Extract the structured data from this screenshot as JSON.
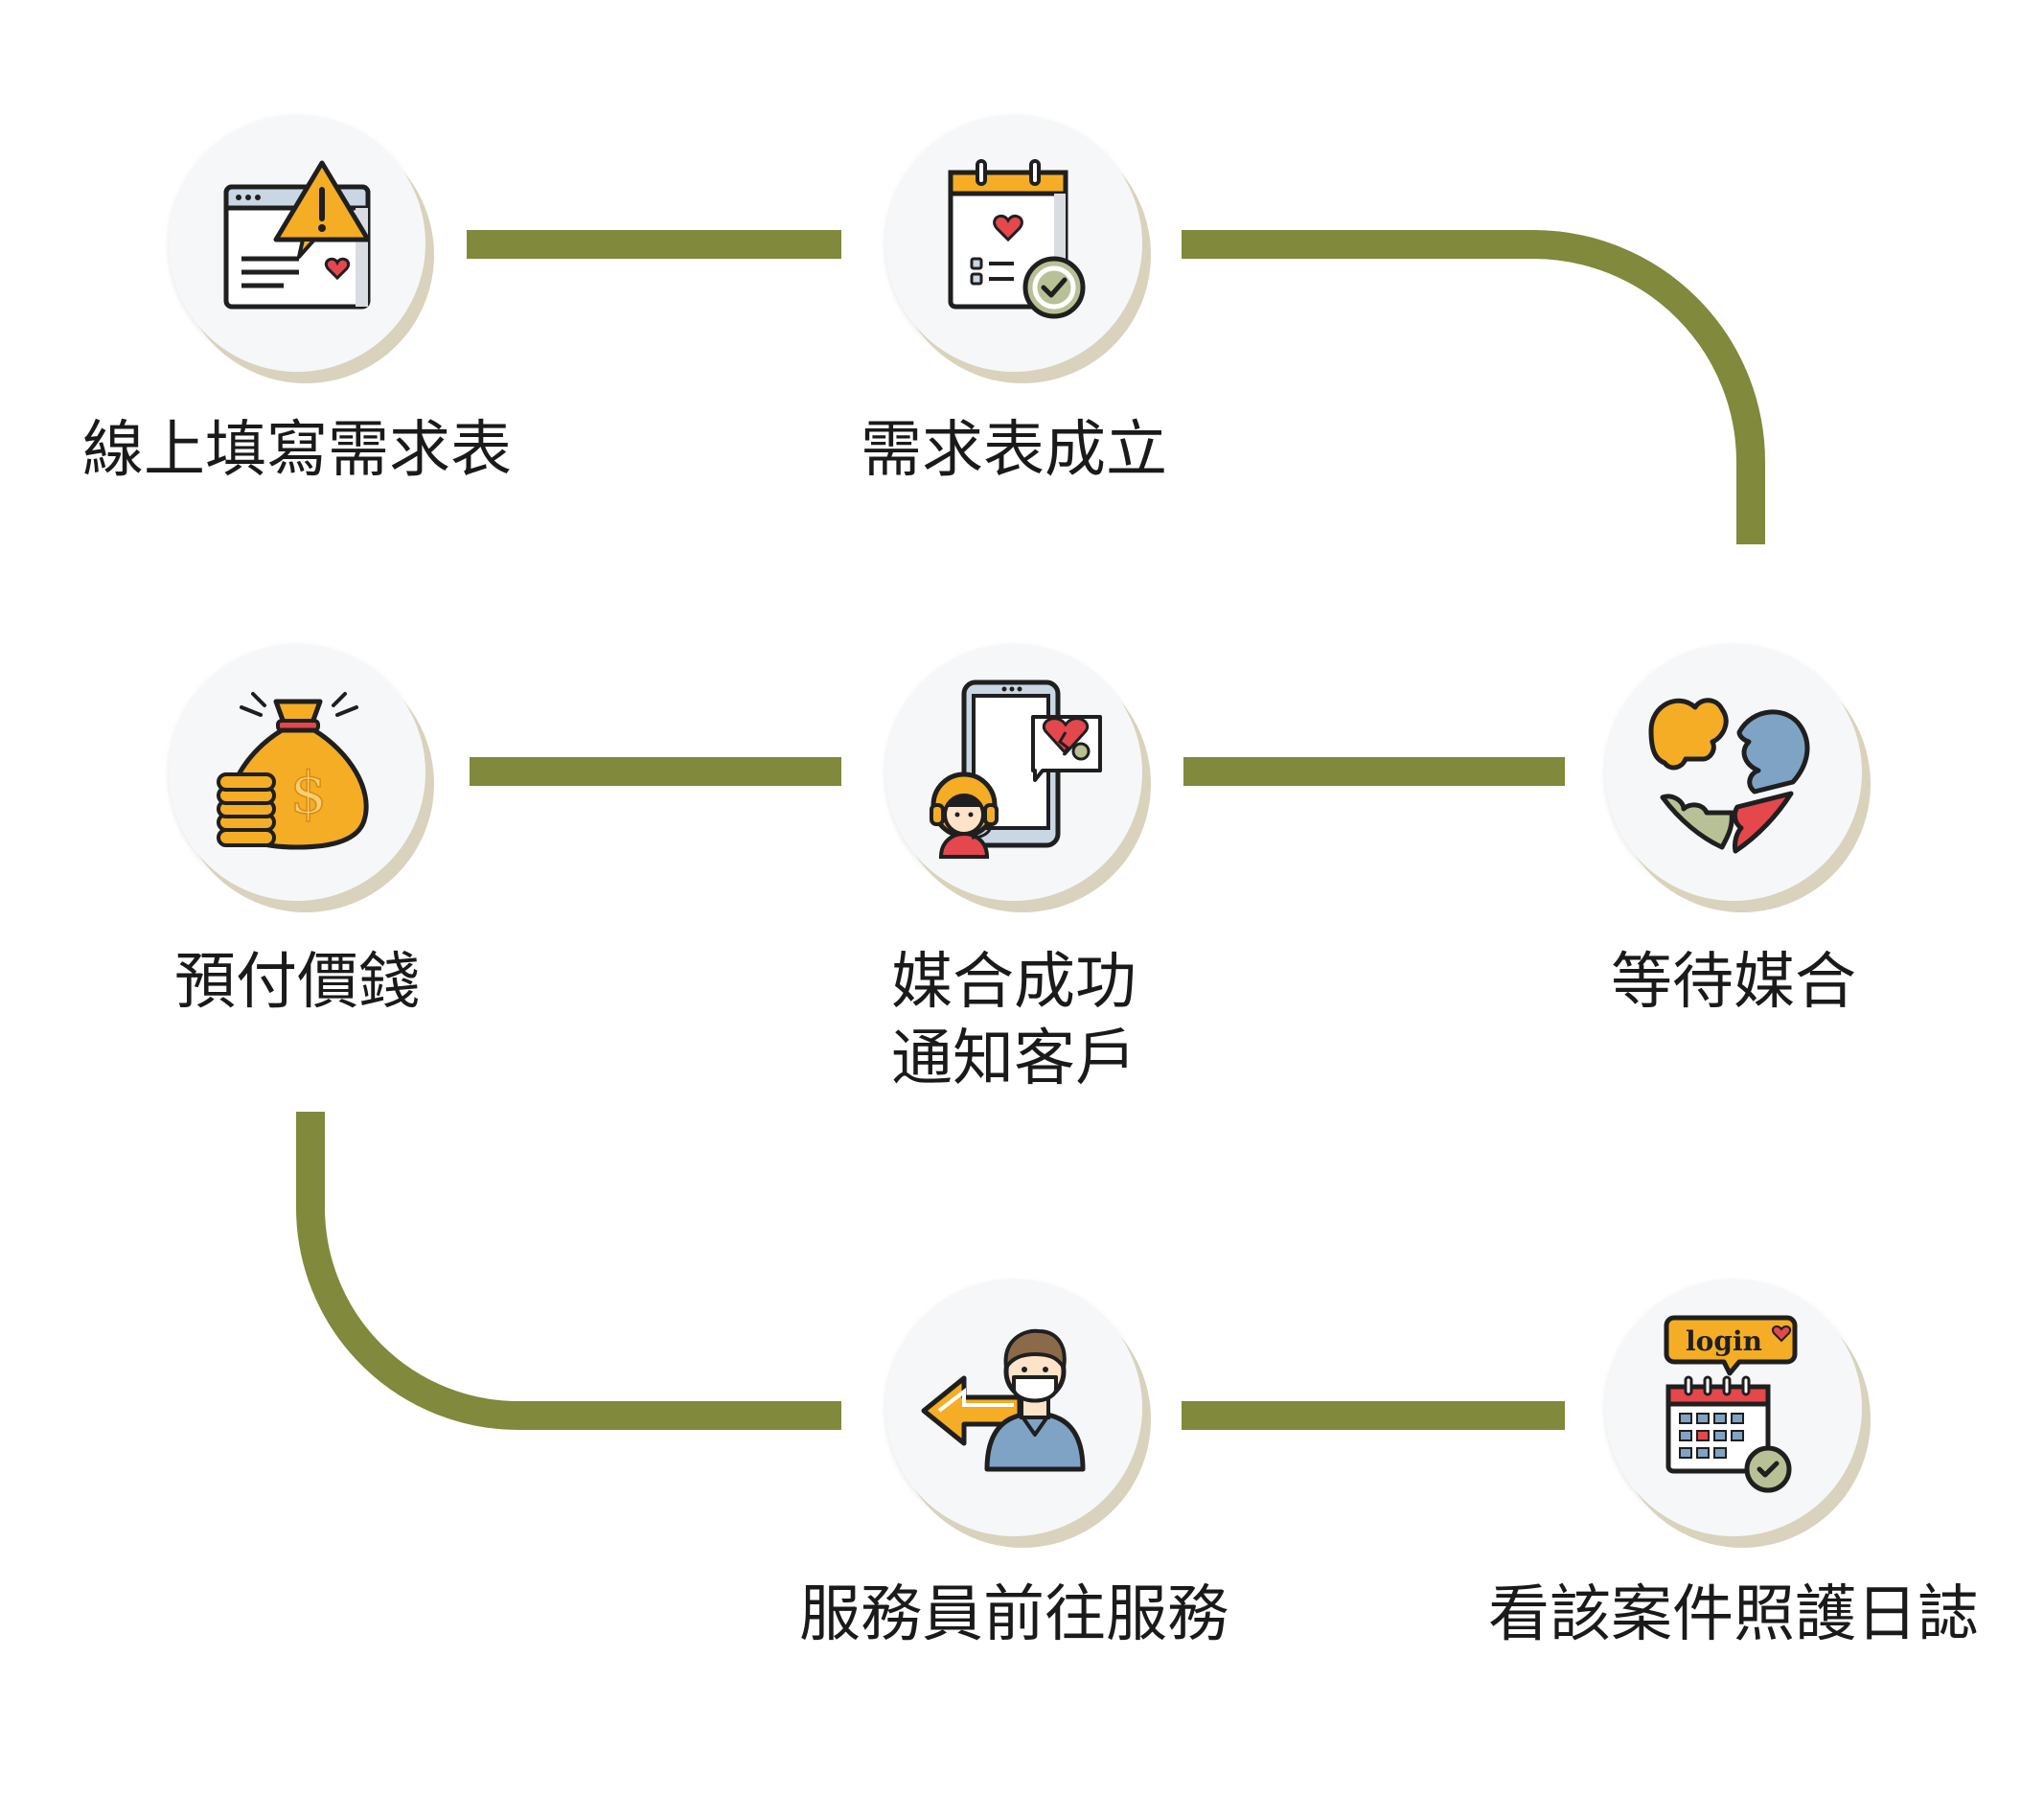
{
  "colors": {
    "connector": "#80893c",
    "node_fill": "#f6f7f8",
    "node_shadow": "#d9d2bc",
    "label": "#1a1a1a"
  },
  "steps": [
    {
      "id": "fill-form",
      "label": "線上填寫需求表",
      "icon": "form-alert-icon"
    },
    {
      "id": "form-created",
      "label": "需求表成立",
      "icon": "calendar-check-icon"
    },
    {
      "id": "wait-match",
      "label": "等待媒合",
      "icon": "puzzle-heart-icon"
    },
    {
      "id": "match-success",
      "label_lines": [
        "媒合成功",
        "通知客戶"
      ],
      "icon": "phone-support-icon"
    },
    {
      "id": "prepay",
      "label": "預付價錢",
      "icon": "money-bag-icon"
    },
    {
      "id": "staff-service",
      "label": "服務員前往服務",
      "icon": "staff-arrow-icon"
    },
    {
      "id": "care-log",
      "label": "看該案件照護日誌",
      "icon": "login-calendar-icon"
    }
  ],
  "login_badge": "login"
}
